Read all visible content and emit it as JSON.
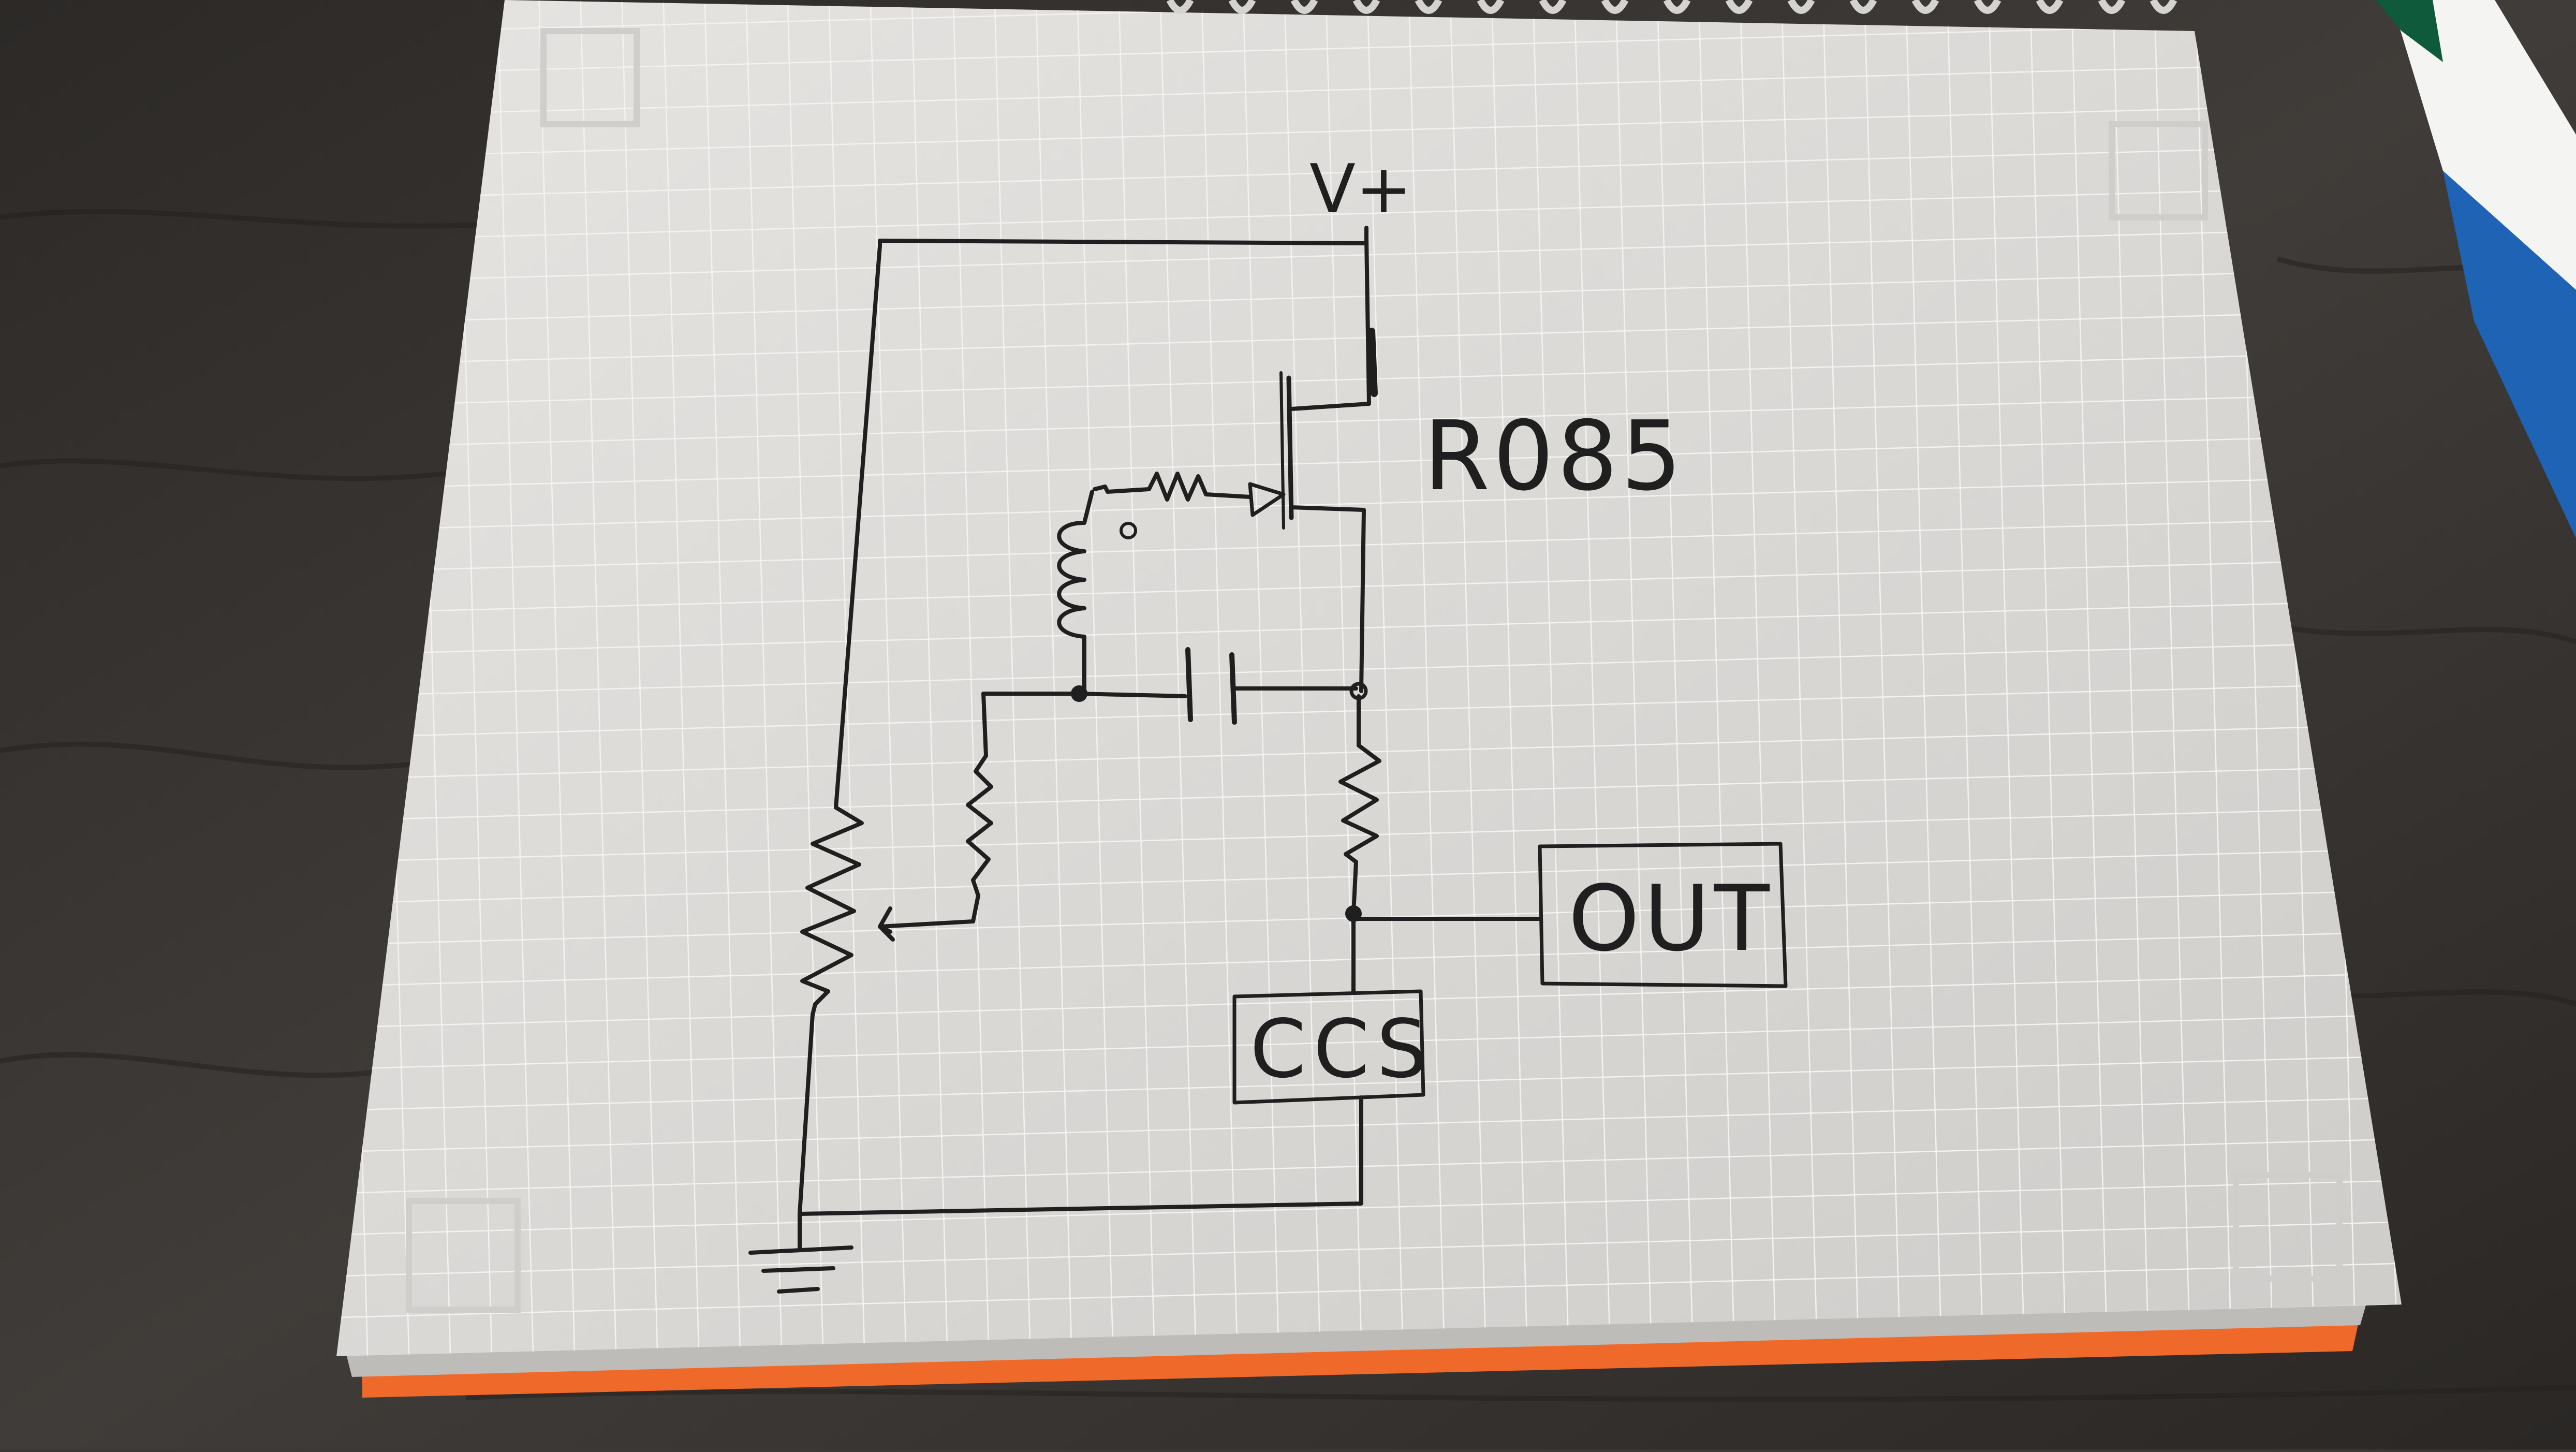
{
  "diagram": {
    "labels": {
      "supply": "V+",
      "tube": "R085",
      "output": "OUT",
      "current_source": "CCS"
    }
  },
  "colors": {
    "desk": "#3b3836",
    "paper": "#dedcd9",
    "grid": "#f2f1ef",
    "ink": "#1f1f1f",
    "paper_edge": "#ef6a2a",
    "marker_blue": "#1f63b5"
  }
}
